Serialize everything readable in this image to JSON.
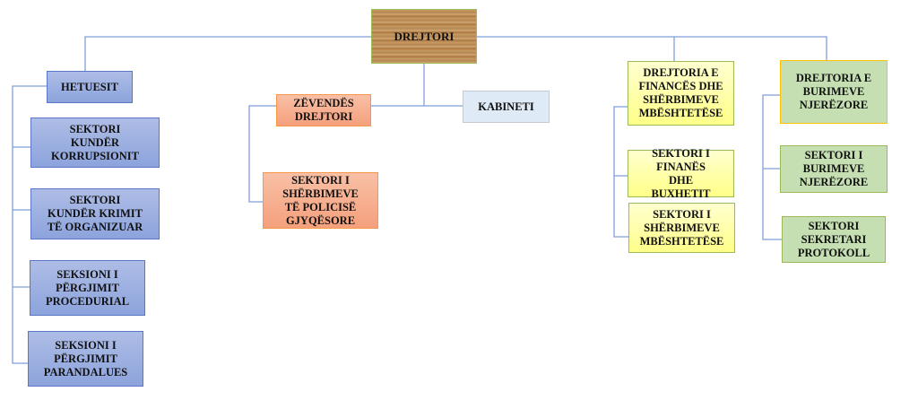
{
  "root": "DREJTORI",
  "left_branch": {
    "head": "HETUESIT",
    "units": [
      "SEKTORI KUNDËR KORRUPSIONIT",
      "SEKTORI KUNDËR KRIMIT TË ORGANIZUAR",
      "SEKSIONI I PËRGJIMIT PROCEDURIAL",
      "SEKSIONI I PËRGJIMIT PARANDALUES"
    ]
  },
  "center_branch": {
    "deputy": "ZËVENDËS DREJTORI",
    "cabinet": "KABINETI",
    "units": [
      "SEKTORI I SHËRBIMEVE TË POLICISË GJYQËSORE"
    ]
  },
  "finance_branch": {
    "head": "DREJTORIA E FINANCËS DHE SHËRBIMEVE MBËSHTETËSE",
    "units": [
      "SEKTORI I FINANËS DHE BUXHETIT",
      "SEKTORI I SHËRBIMEVE MBËSHTETËSE"
    ]
  },
  "hr_branch": {
    "head": "DREJTORIA E BURIMEVE NJERËZORE",
    "units": [
      "SEKTORI I BURIMEVE NJERËZORE",
      "SEKTORI SEKRETARI PROTOKOLL"
    ]
  },
  "colors": {
    "connector": "#7f9fdc",
    "blue": "#8ca3dc",
    "orange": "#f4a07c",
    "yellow": "#ffff88",
    "green": "#c5dfb3"
  }
}
